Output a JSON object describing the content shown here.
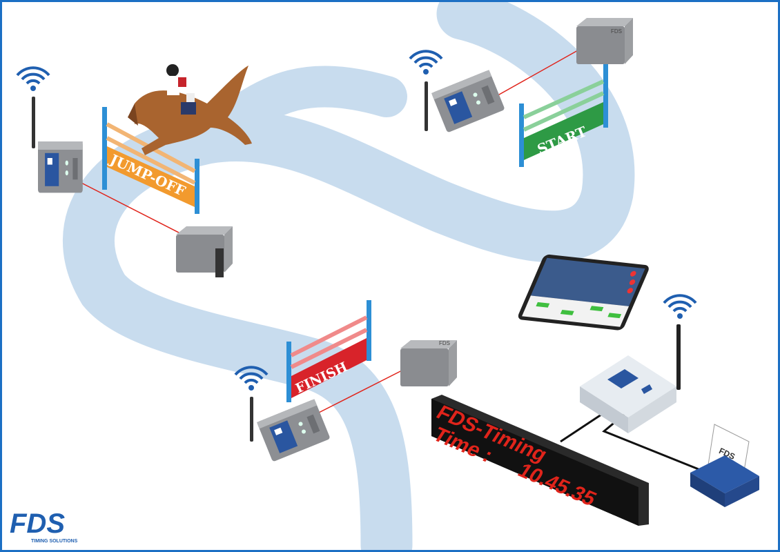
{
  "fences": {
    "jump_off": "JUMP-OFF",
    "start": "START",
    "finish": "FINISH"
  },
  "display": {
    "line1": "FDS-Timing",
    "line2_label": "Time :",
    "line2_value": "10.45.35"
  },
  "device_label": "FDS",
  "logo": {
    "name": "FDS",
    "tagline": "TIMING SOLUTIONS"
  },
  "colors": {
    "frame": "#1c6fc4",
    "track": "#c8dcee",
    "beam": "#e0241b",
    "jump_off": "#f29a2e",
    "start": "#2e9a45",
    "finish": "#d8232a",
    "pole": "#2d8fd5"
  }
}
